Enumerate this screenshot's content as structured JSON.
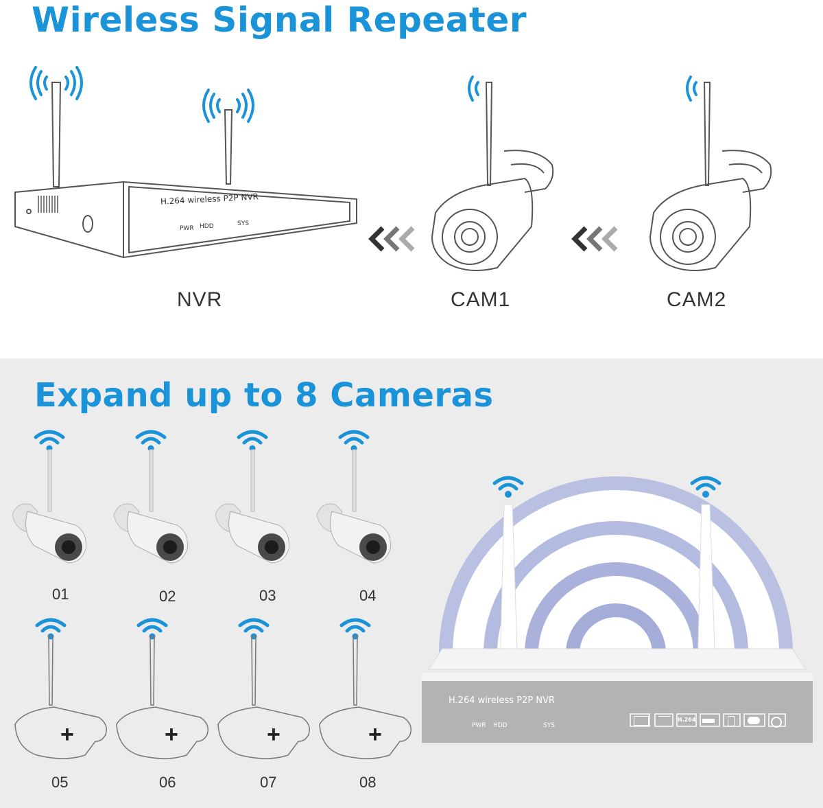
{
  "top": {
    "title": "Wireless Signal Repeater",
    "nvr_model": "H.264 wireless P2P NVR",
    "nvr_leds": {
      "pwr": "PWR",
      "hdd": "HDD",
      "sys": "SYS"
    },
    "labels": {
      "nvr": "NVR",
      "cam1": "CAM1",
      "cam2": "CAM2"
    }
  },
  "bottom": {
    "title": "Expand up to 8 Cameras",
    "camera_numbers": [
      "01",
      "02",
      "03",
      "04"
    ],
    "slot_numbers": [
      "05",
      "06",
      "07",
      "08"
    ],
    "slot_symbol": "+",
    "nvr_model": "H.264 wireless P2P NVR",
    "nvr_leds": {
      "pwr": "PWR",
      "hdd": "HDD",
      "sys": "SYS"
    },
    "port_icons": [
      "monitor-icon",
      "network-icon",
      "h264-icon",
      "usb-icon",
      "phone-icon",
      "cloud-icon",
      "browser-icon"
    ],
    "port_h264_text": "H.264"
  },
  "colors": {
    "accent": "#1a93d9",
    "arrow_dark": "#333333",
    "arrow_light": "#a0a0a0"
  }
}
